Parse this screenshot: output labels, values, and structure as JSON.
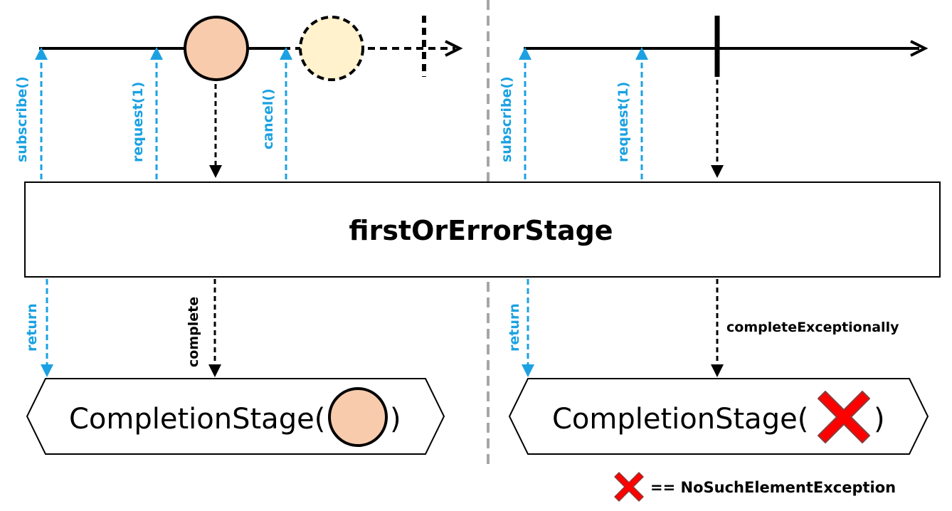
{
  "operator": {
    "name": "firstOrErrorStage"
  },
  "left_panel": {
    "signals": {
      "subscribe": "subscribe()",
      "request": "request(1)",
      "cancel": "cancel()",
      "return": "return",
      "complete": "complete"
    },
    "result": {
      "prefix": "CompletionStage(",
      "suffix": ")"
    }
  },
  "right_panel": {
    "signals": {
      "subscribe": "subscribe()",
      "request": "request(1)",
      "return": "return",
      "complete_exceptionally": "completeExceptionally"
    },
    "result": {
      "prefix": "CompletionStage(",
      "suffix": ")"
    }
  },
  "legend": {
    "text": "== NoSuchElementException"
  },
  "colors": {
    "signal_blue": "#1ba1e2",
    "item_fill": "#f8cbad",
    "cancelled_item_fill": "#fff2cc",
    "error_red": "#ff0000",
    "divider_gray": "#a6a6a6"
  },
  "icons": {
    "error": "red-x-icon",
    "item": "circle-marble-icon"
  }
}
